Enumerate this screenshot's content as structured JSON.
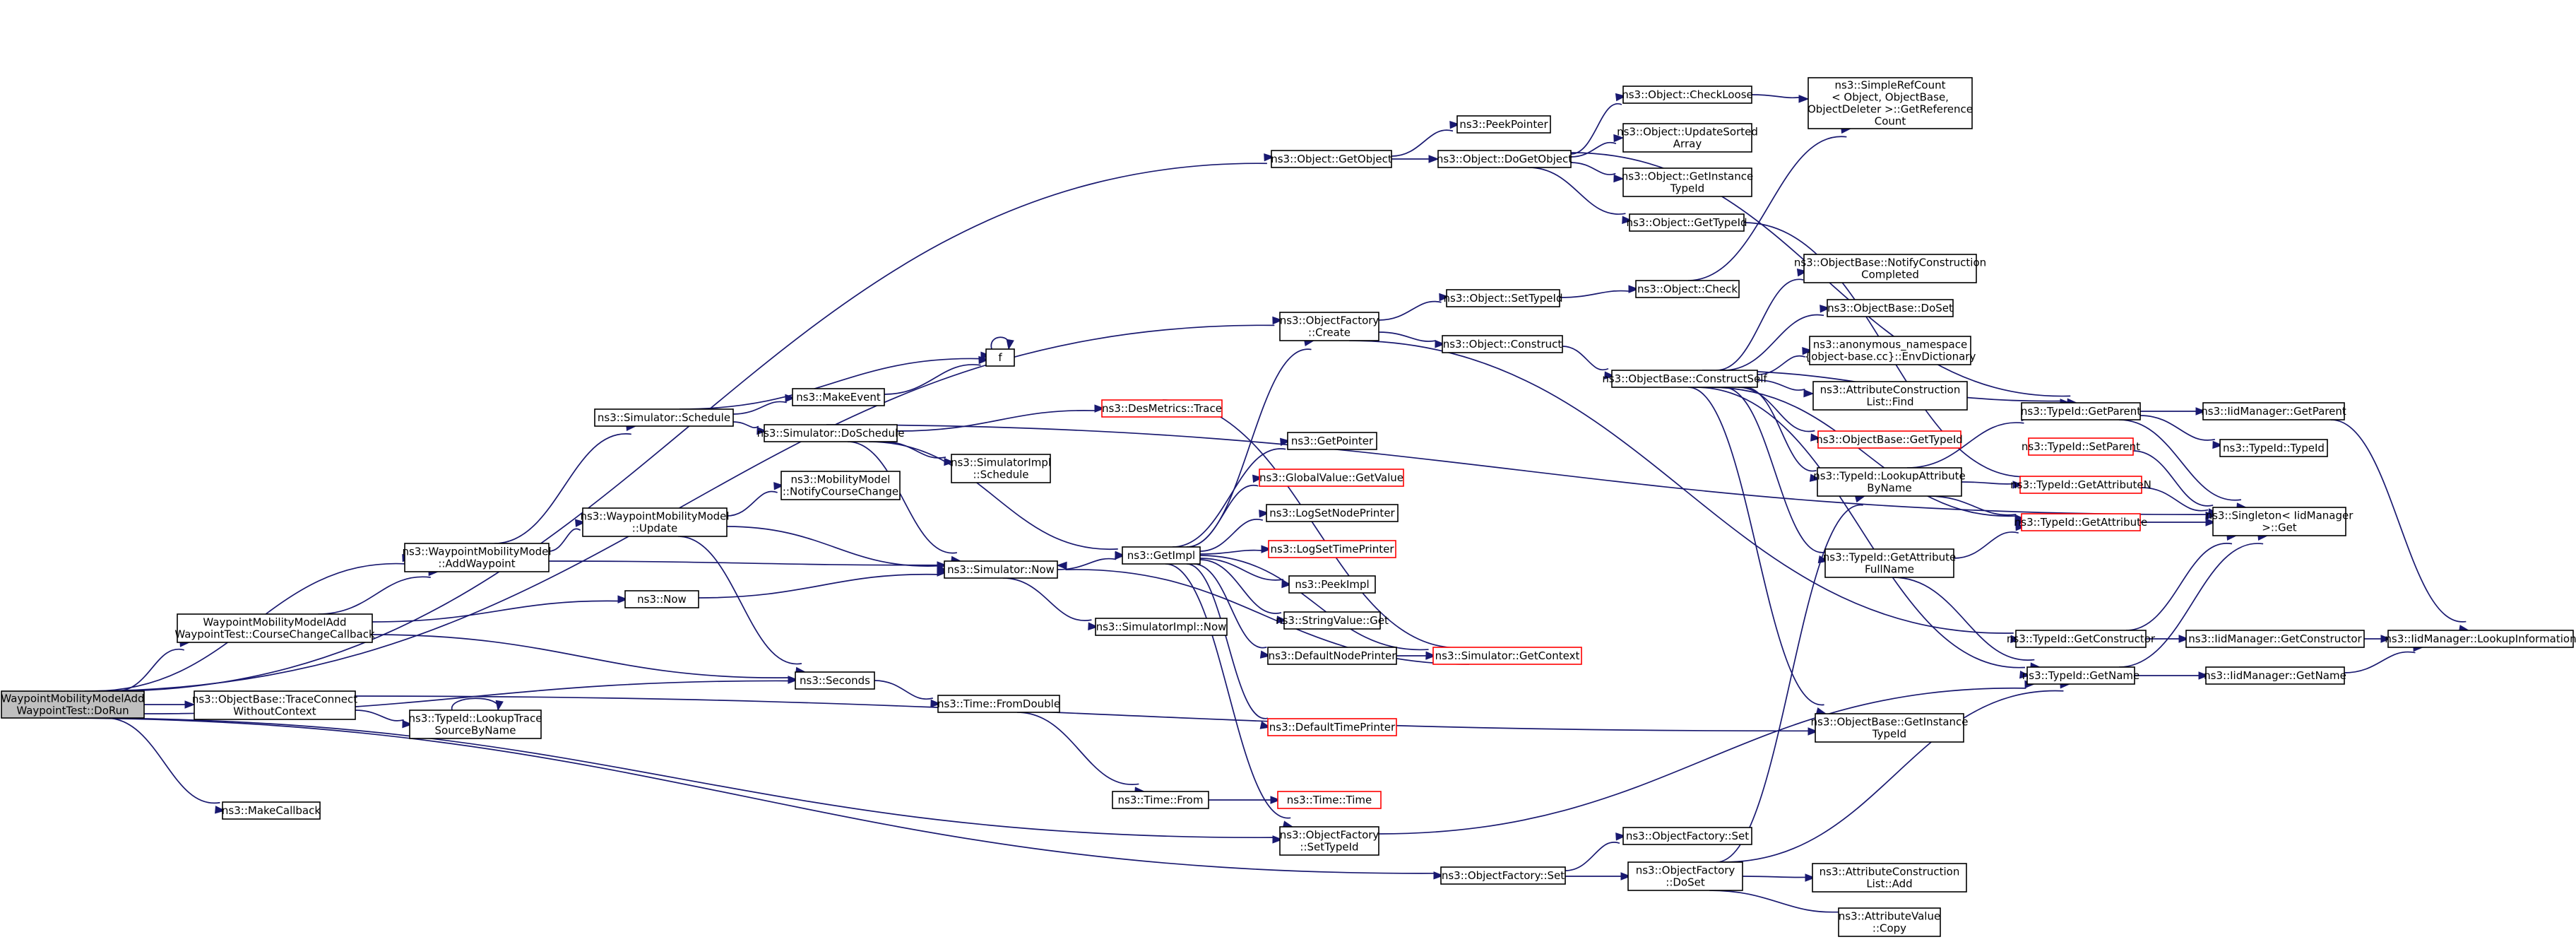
{
  "colors": {
    "edge": "#191970",
    "node_border": "#000000",
    "node_border_missing": "#ff0000",
    "root_fill": "#bfbfbf"
  },
  "nodes": [
    {
      "id": "n0",
      "lines": [
        "WaypointMobilityModelAdd",
        "WaypointTest::DoRun"
      ],
      "root": true
    },
    {
      "id": "n1",
      "lines": [
        "ns3::Object::GetObject"
      ]
    },
    {
      "id": "n2",
      "lines": [
        "ns3::PeekPointer"
      ]
    },
    {
      "id": "n3",
      "lines": [
        "ns3::Object::DoGetObject"
      ]
    },
    {
      "id": "n4",
      "lines": [
        "ns3::Object::CheckLoose"
      ]
    },
    {
      "id": "n5",
      "lines": [
        "ns3::SimpleRefCount",
        "< Object, ObjectBase,",
        "ObjectDeleter >::GetReference",
        "Count"
      ]
    },
    {
      "id": "n6",
      "lines": [
        "ns3::Object::UpdateSorted",
        "Array"
      ]
    },
    {
      "id": "n7",
      "lines": [
        "ns3::Object::GetInstance",
        "TypeId"
      ]
    },
    {
      "id": "n8",
      "lines": [
        "ns3::Object::GetTypeId"
      ]
    },
    {
      "id": "n9",
      "lines": [
        "ns3::ObjectFactory",
        "::Create"
      ]
    },
    {
      "id": "n10",
      "lines": [
        "ns3::Object::SetTypeId"
      ]
    },
    {
      "id": "n11",
      "lines": [
        "ns3::Object::Check"
      ]
    },
    {
      "id": "n12",
      "lines": [
        "ns3::Object::Construct"
      ]
    },
    {
      "id": "n13",
      "lines": [
        "ns3::ObjectBase::ConstructSelf"
      ]
    },
    {
      "id": "n14",
      "lines": [
        "ns3::ObjectBase::NotifyConstruction",
        "Completed"
      ]
    },
    {
      "id": "n15",
      "lines": [
        "ns3::ObjectBase::DoSet"
      ]
    },
    {
      "id": "n16",
      "lines": [
        "ns3::anonymous_namespace",
        "{object-base.cc}::EnvDictionary"
      ]
    },
    {
      "id": "n17",
      "lines": [
        "ns3::AttributeConstruction",
        "List::Find"
      ]
    },
    {
      "id": "n18",
      "lines": [
        "ns3::ObjectBase::GetTypeId"
      ],
      "red": true
    },
    {
      "id": "n19",
      "lines": [
        "ns3::TypeId::LookupAttribute",
        "ByName"
      ]
    },
    {
      "id": "n20",
      "lines": [
        "ns3::TypeId::GetAttribute",
        "FullName"
      ]
    },
    {
      "id": "n21",
      "lines": [
        "ns3::TypeId::GetParent"
      ]
    },
    {
      "id": "n22",
      "lines": [
        "ns3::TypeId::SetParent"
      ],
      "red": true
    },
    {
      "id": "n23",
      "lines": [
        "ns3::TypeId::GetAttributeN"
      ],
      "red": true
    },
    {
      "id": "n24",
      "lines": [
        "ns3::TypeId::GetAttribute"
      ],
      "red": true
    },
    {
      "id": "n25",
      "lines": [
        "ns3::IidManager::GetParent"
      ]
    },
    {
      "id": "n26",
      "lines": [
        "ns3::TypeId::TypeId"
      ]
    },
    {
      "id": "n27",
      "lines": [
        "ns3::Singleton< IidManager",
        ">::Get"
      ]
    },
    {
      "id": "n28",
      "lines": [
        "ns3::TypeId::GetConstructor"
      ]
    },
    {
      "id": "n29",
      "lines": [
        "ns3::IidManager::GetConstructor"
      ]
    },
    {
      "id": "n30",
      "lines": [
        "ns3::IidManager::LookupInformation"
      ]
    },
    {
      "id": "n31",
      "lines": [
        "ns3::TypeId::GetName"
      ]
    },
    {
      "id": "n32",
      "lines": [
        "ns3::IidManager::GetName"
      ]
    },
    {
      "id": "n33",
      "lines": [
        "ns3::ObjectBase::GetInstance",
        "TypeId"
      ]
    },
    {
      "id": "n34",
      "lines": [
        "f"
      ]
    },
    {
      "id": "n35",
      "lines": [
        "ns3::MakeEvent"
      ]
    },
    {
      "id": "n36",
      "lines": [
        "ns3::Simulator::Schedule"
      ]
    },
    {
      "id": "n37",
      "lines": [
        "ns3::Simulator::DoSchedule"
      ]
    },
    {
      "id": "n38",
      "lines": [
        "ns3::DesMetrics::Trace"
      ],
      "red": true
    },
    {
      "id": "n39",
      "lines": [
        "ns3::SimulatorImpl",
        "::Schedule"
      ]
    },
    {
      "id": "n40",
      "lines": [
        "ns3::GetPointer"
      ]
    },
    {
      "id": "n41",
      "lines": [
        "ns3::GlobalValue::GetValue"
      ],
      "red": true
    },
    {
      "id": "n42",
      "lines": [
        "ns3::LogSetNodePrinter"
      ]
    },
    {
      "id": "n43",
      "lines": [
        "ns3::LogSetTimePrinter"
      ],
      "red": true
    },
    {
      "id": "n44",
      "lines": [
        "ns3::PeekImpl"
      ]
    },
    {
      "id": "n45",
      "lines": [
        "ns3::StringValue::Get"
      ]
    },
    {
      "id": "n46",
      "lines": [
        "ns3::DefaultNodePrinter"
      ]
    },
    {
      "id": "n47",
      "lines": [
        "ns3::Simulator::GetContext"
      ],
      "red": true
    },
    {
      "id": "n48",
      "lines": [
        "ns3::DefaultTimePrinter"
      ],
      "red": true
    },
    {
      "id": "n49",
      "lines": [
        "ns3::GetImpl"
      ]
    },
    {
      "id": "n50",
      "lines": [
        "ns3::SimulatorImpl::Now"
      ]
    },
    {
      "id": "n51",
      "lines": [
        "ns3::Simulator::Now"
      ]
    },
    {
      "id": "n52",
      "lines": [
        "ns3::MobilityModel",
        "::NotifyCourseChange"
      ]
    },
    {
      "id": "n53",
      "lines": [
        "ns3::WaypointMobilityModel",
        "::Update"
      ]
    },
    {
      "id": "n54",
      "lines": [
        "ns3::WaypointMobilityModel",
        "::AddWaypoint"
      ]
    },
    {
      "id": "n55",
      "lines": [
        "WaypointMobilityModelAdd",
        "WaypointTest::CourseChangeCallback"
      ]
    },
    {
      "id": "n56",
      "lines": [
        "ns3::Now"
      ]
    },
    {
      "id": "n57",
      "lines": [
        "ns3::Seconds"
      ]
    },
    {
      "id": "n58",
      "lines": [
        "ns3::Time::FromDouble"
      ]
    },
    {
      "id": "n59",
      "lines": [
        "ns3::Time::From"
      ]
    },
    {
      "id": "n60",
      "lines": [
        "ns3::Time::Time"
      ],
      "red": true
    },
    {
      "id": "n61",
      "lines": [
        "ns3::ObjectBase::TraceConnect",
        "WithoutContext"
      ]
    },
    {
      "id": "n62",
      "lines": [
        "ns3::TypeId::LookupTrace",
        "SourceByName"
      ]
    },
    {
      "id": "n63",
      "lines": [
        "ns3::MakeCallback"
      ]
    },
    {
      "id": "n64",
      "lines": [
        "ns3::ObjectFactory",
        "::SetTypeId"
      ]
    },
    {
      "id": "n65",
      "lines": [
        "ns3::ObjectFactory::Set"
      ]
    },
    {
      "id": "n66",
      "lines": [
        "ns3::ObjectFactory::Set"
      ]
    },
    {
      "id": "n67",
      "lines": [
        "ns3::ObjectFactory",
        "::DoSet"
      ]
    },
    {
      "id": "n68",
      "lines": [
        "ns3::AttributeConstruction",
        "List::Add"
      ]
    },
    {
      "id": "n69",
      "lines": [
        "ns3::AttributeValue",
        "::Copy"
      ]
    }
  ]
}
